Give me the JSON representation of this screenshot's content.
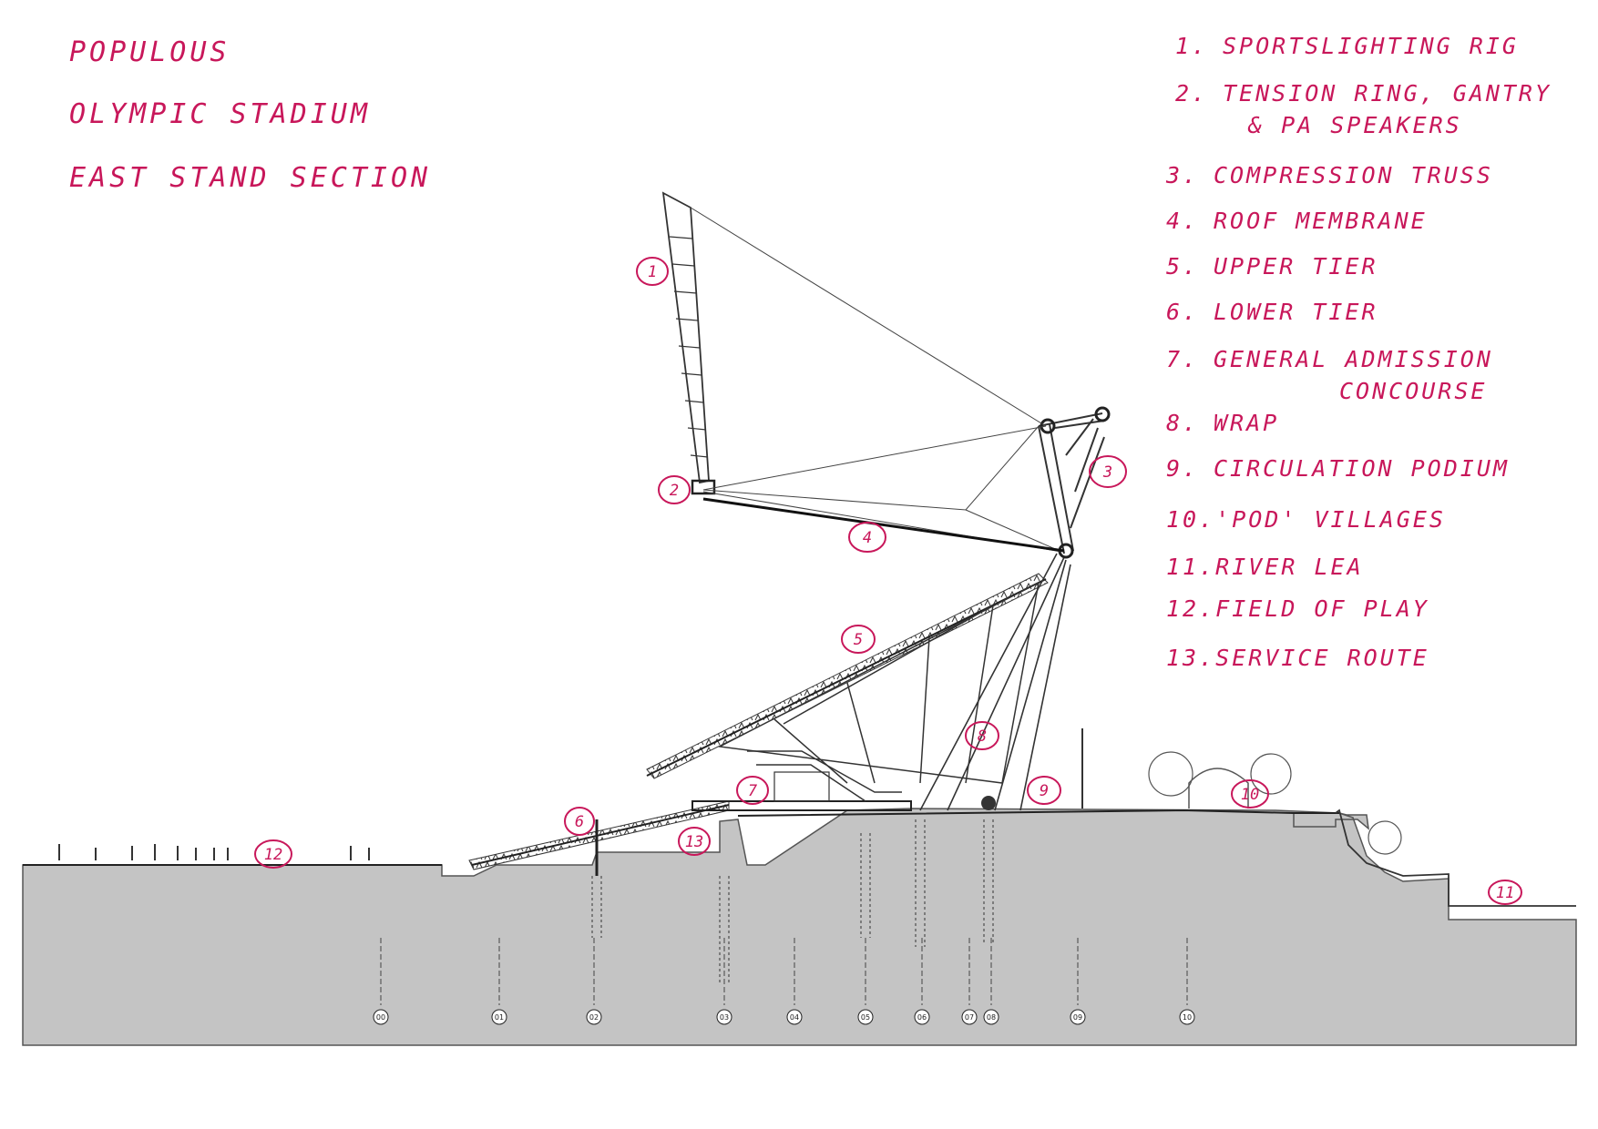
{
  "title": {
    "line1": "Populous",
    "line2": "Olympic Stadium",
    "line3": "East Stand Section"
  },
  "legend": [
    {
      "num": "1.",
      "text": "Sportslighting Rig"
    },
    {
      "num": "2.",
      "text": "Tension Ring, Gantry",
      "cont": "& PA Speakers"
    },
    {
      "num": "3.",
      "text": "Compression Truss"
    },
    {
      "num": "4.",
      "text": "Roof Membrane"
    },
    {
      "num": "5.",
      "text": "Upper Tier"
    },
    {
      "num": "6.",
      "text": "Lower Tier"
    },
    {
      "num": "7.",
      "text": "General Admission",
      "cont": "Concourse"
    },
    {
      "num": "8.",
      "text": "Wrap"
    },
    {
      "num": "9.",
      "text": "Circulation Podium"
    },
    {
      "num": "10.",
      "text": "'Pod' Villages"
    },
    {
      "num": "11.",
      "text": "River Lea"
    },
    {
      "num": "12.",
      "text": "Field of Play"
    },
    {
      "num": "13.",
      "text": "Service Route"
    }
  ],
  "callouts": [
    "1",
    "2",
    "3",
    "4",
    "5",
    "6",
    "7",
    "8",
    "9",
    "10",
    "11",
    "12",
    "13"
  ],
  "grid_labels": [
    "00",
    "01",
    "02",
    "03",
    "04",
    "05",
    "06",
    "07",
    "08",
    "09",
    "10"
  ],
  "colors": {
    "annotation": "#c8175a",
    "ground": "#c4c4c4",
    "ground_stroke": "#555555",
    "structure": "#333333"
  }
}
